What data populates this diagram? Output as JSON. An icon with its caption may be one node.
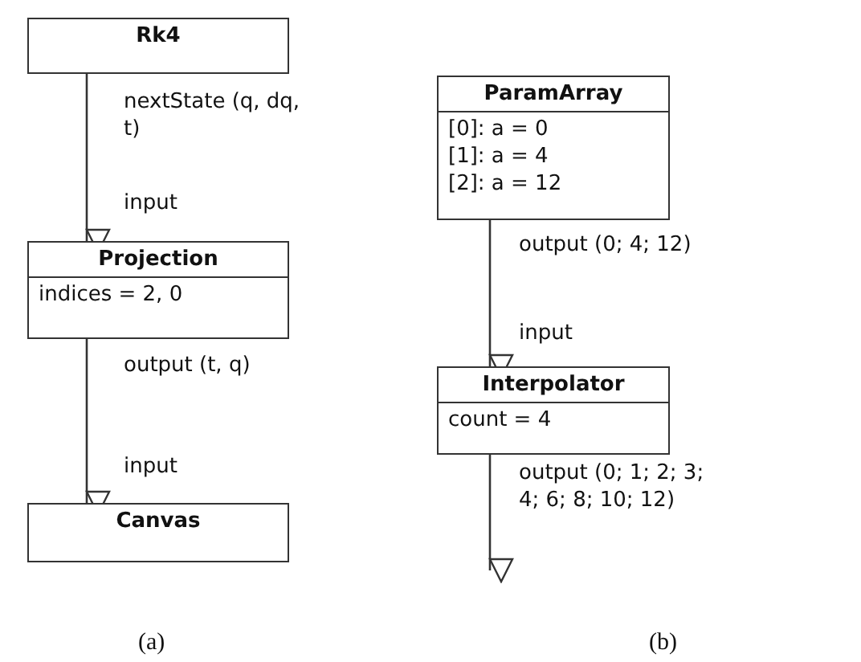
{
  "diagram": {
    "nodes": [
      {
        "text": [
          "Rk4"
        ]
      },
      {
        "text": [
          "Projection",
          "indices = 2, 0"
        ]
      },
      {
        "text": [
          "Canvas"
        ]
      },
      {
        "text": [
          "ParamArray",
          "[0]: a = 0",
          "[1]: a = 4",
          "[2]: a = 12"
        ]
      },
      {
        "text": [
          "Interpolator",
          "count = 4"
        ]
      }
    ],
    "edges": [
      {
        "from": 0,
        "to": 1,
        "arrow": "to",
        "label": "nextState (q, dq, t)"
      },
      {
        "from": 1,
        "to": 2,
        "arrow": "to",
        "label": "output (t, q)"
      },
      {
        "from": 3,
        "to": 4,
        "arrow": "to",
        "label": "output (0; 4; 12)"
      },
      {
        "from": 4,
        "to": null,
        "arrow": "to",
        "label": "output (0; 1; 2; 3; 4; 6; 8; 10; 12)"
      }
    ],
    "labels": [
      "input",
      "input",
      "input",
      "(a)",
      "(b)"
    ]
  }
}
